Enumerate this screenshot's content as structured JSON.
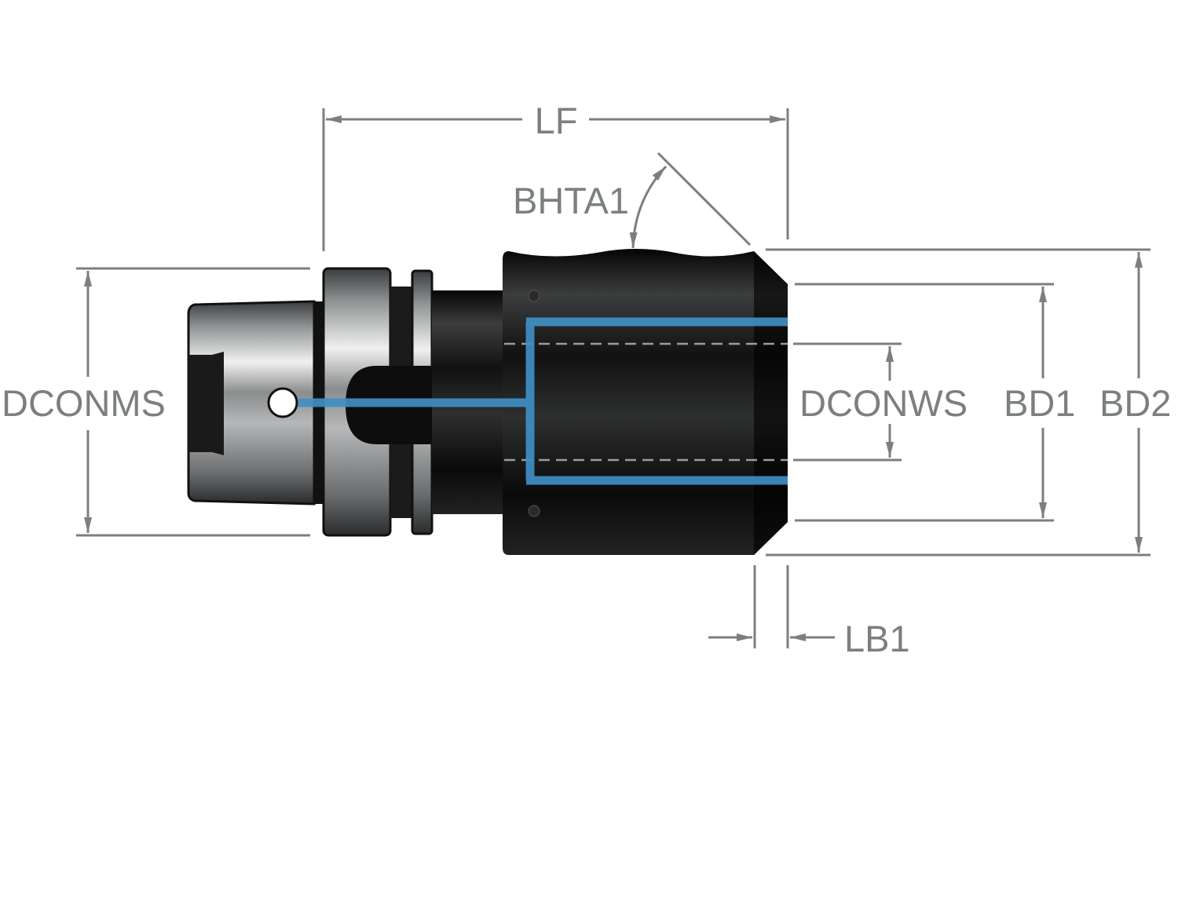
{
  "labels": {
    "lf": "LF",
    "bhta1": "BHTA1",
    "dconms": "DCONMS",
    "dconws": "DCONWS",
    "bd1": "BD1",
    "bd2": "BD2",
    "lb1": "LB1"
  },
  "colors": {
    "dimension": "#7b807e",
    "coolant": "#3f8fc4",
    "body": "#0c0c0c",
    "steel": "#9a9c9d"
  }
}
